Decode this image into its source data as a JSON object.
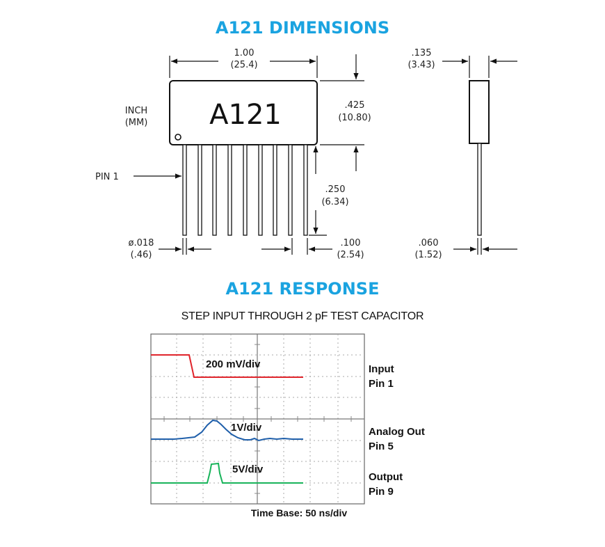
{
  "dimensions": {
    "title": "A121 DIMENSIONS",
    "part_label": "A121",
    "units": [
      "INCH",
      "(MM)"
    ],
    "pin1_label": "PIN 1",
    "body_width": [
      "1.00",
      "(25.4)"
    ],
    "body_height": [
      ".425",
      "(10.80)"
    ],
    "lead_length": [
      ".250",
      "(6.34)"
    ],
    "lead_diameter": [
      "ø.018",
      "(.46)"
    ],
    "lead_pitch": [
      ".100",
      "(2.54)"
    ],
    "side_thickness": [
      ".135",
      "(3.43)"
    ],
    "side_lead": [
      ".060",
      "(1.52)"
    ]
  },
  "response": {
    "title": "A121 RESPONSE",
    "subtitle": "STEP INPUT THROUGH 2 pF TEST CAPACITOR",
    "timebase": "Time Base: 50 ns/div",
    "traces": [
      {
        "scale": "200 mV/div",
        "name": "Input",
        "pin": "Pin 1",
        "color": "#e0242b"
      },
      {
        "scale": "1V/div",
        "name": "Analog Out",
        "pin": "Pin 5",
        "color": "#1f5faa"
      },
      {
        "scale": "5V/div",
        "name": "Output",
        "pin": "Pin 9",
        "color": "#18b35a"
      }
    ]
  }
}
